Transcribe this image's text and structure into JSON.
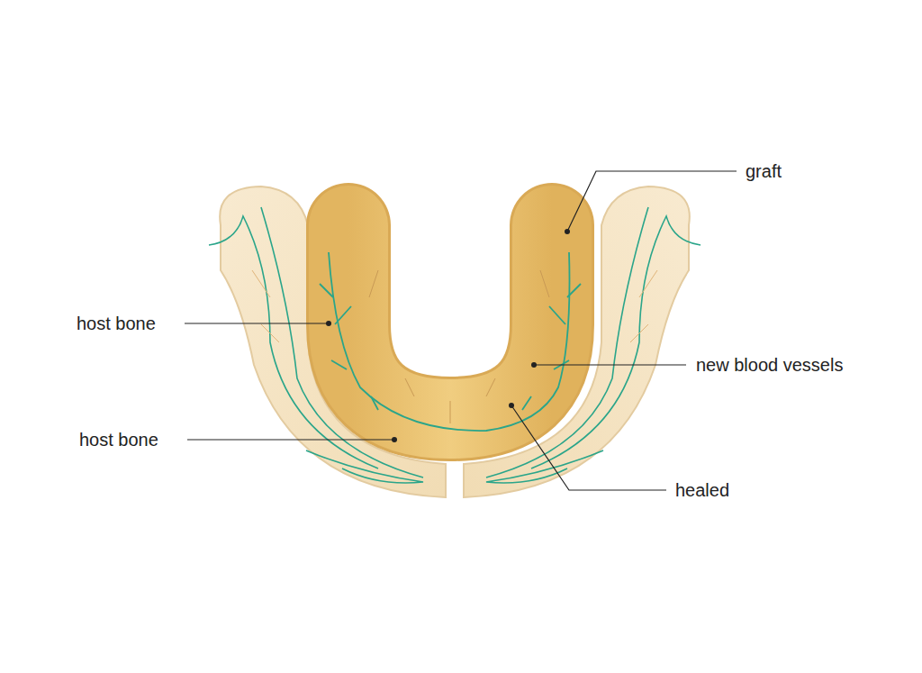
{
  "diagram": {
    "labels": [
      "graft",
      "host bone",
      "new blood vessels",
      "host bone",
      "healed"
    ]
  }
}
